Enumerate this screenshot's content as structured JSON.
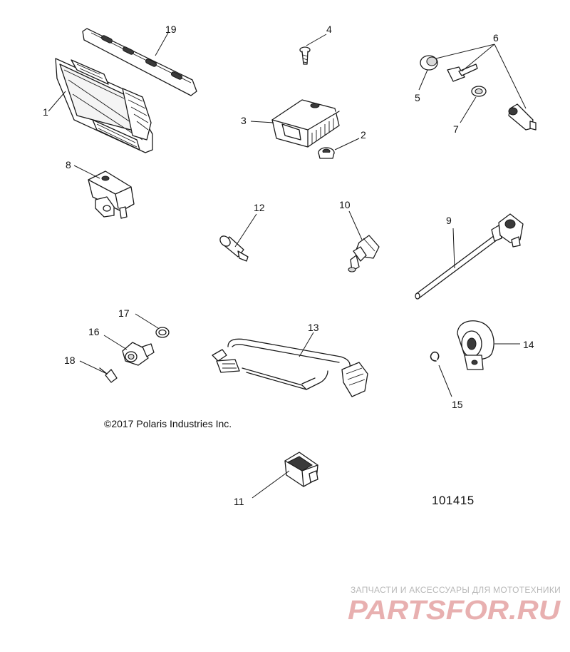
{
  "figure": {
    "copyright": "©2017 Polaris Industries Inc.",
    "figure_number": "101415"
  },
  "callouts": [
    "1",
    "2",
    "3",
    "4",
    "5",
    "6",
    "7",
    "8",
    "9",
    "10",
    "11",
    "12",
    "13",
    "14",
    "15",
    "16",
    "17",
    "18",
    "19"
  ],
  "watermark": {
    "tagline": "ЗАПЧАСТИ И АКСЕССУАРЫ ДЛЯ МОТОТЕХНИКИ",
    "logo_text": "PARTSFOR.RU",
    "color": "#e8b0b0"
  },
  "colors": {
    "line": "#1a1a1a",
    "background": "#ffffff"
  }
}
